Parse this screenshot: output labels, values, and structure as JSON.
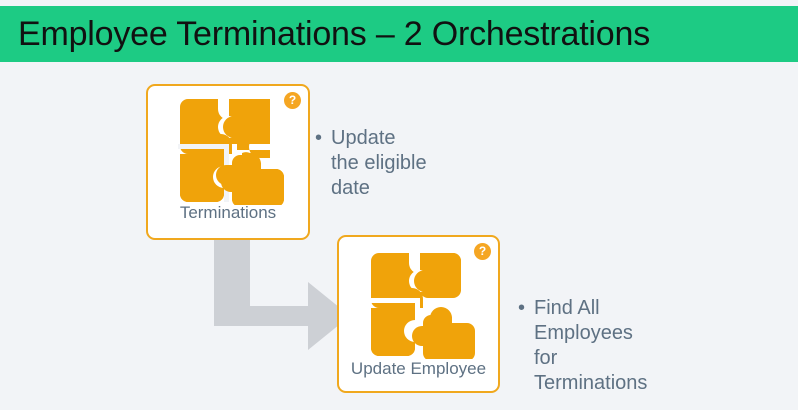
{
  "slide": {
    "background_color": "#f2f4f7",
    "title": {
      "text": "Employee Terminations – 2 Orchestrations",
      "banner_color": "#1dcb84",
      "text_color": "#111111"
    }
  },
  "cards": [
    {
      "id": "terminations",
      "label": "Terminations",
      "badge": "?",
      "icon": "puzzle-icon",
      "icon_color": "#f0a30a",
      "border_color": "#f0a81e",
      "badge_color": "#f5a623"
    },
    {
      "id": "update-employee",
      "label": "Update Employee",
      "badge": "?",
      "icon": "puzzle-icon",
      "icon_color": "#f0a30a",
      "border_color": "#f0a81e",
      "badge_color": "#f5a623"
    }
  ],
  "bullets": [
    {
      "id": "update-eligible-date",
      "marker": "•",
      "text": "Update\nthe eligible\ndate"
    },
    {
      "id": "find-all-employees",
      "marker": "•",
      "text": "Find All\nEmployees\nfor\nTerminations"
    }
  ],
  "arrow": {
    "name": "elbow-arrow",
    "color": "#cdd0d5",
    "direction": "down-then-right"
  }
}
